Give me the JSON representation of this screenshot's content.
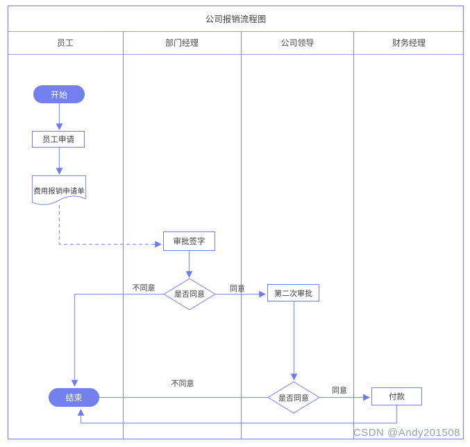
{
  "diagram": {
    "title": "公司报销流程图",
    "lanes": [
      {
        "label": "员工"
      },
      {
        "label": "部门经理"
      },
      {
        "label": "公司领导"
      },
      {
        "label": "财务经理"
      }
    ],
    "nodes": {
      "start": "开始",
      "apply": "员工申请",
      "form": "费用报销申请单",
      "sign": "审批签字",
      "decision1": "是否同意",
      "second_approval": "第二次审批",
      "decision2": "是否同意",
      "pay": "付款",
      "end": "结束"
    },
    "edge_labels": {
      "decision1_no": "不同意",
      "decision1_yes": "同意",
      "decision2_no": "不同意",
      "decision2_yes": "同意"
    },
    "colors": {
      "node_fill": "#7380EE",
      "shape_border": "#6F7CEE",
      "connector": "#8A94F3",
      "grid_line": "#8089F0",
      "outer_border": "#7B86EF",
      "text": "#3F3F3F",
      "watermark": "#9AA0A8"
    }
  },
  "watermark": "CSDN @Andy201508"
}
